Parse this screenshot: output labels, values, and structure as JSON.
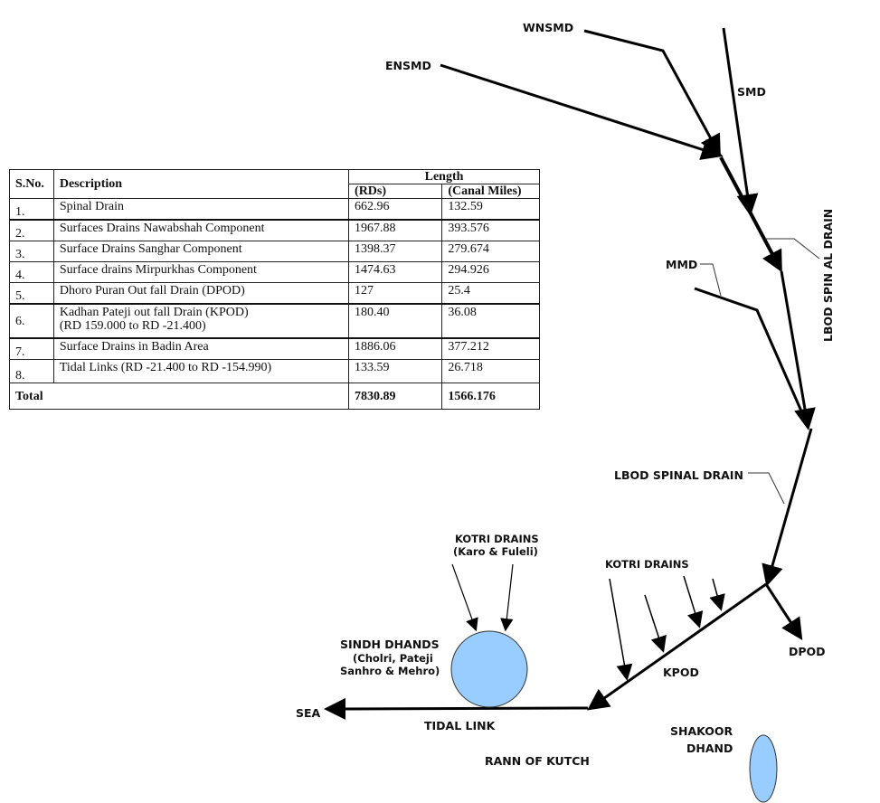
{
  "table": {
    "headers": {
      "sno": "S.No.",
      "description": "Description",
      "length_group": "Length",
      "rds": "(RDs)",
      "canal_miles": "(Canal Miles)"
    },
    "rows": [
      {
        "sno": "1.",
        "description": "Spinal Drain",
        "description_2": "",
        "rds": "662.96",
        "canal_miles": "132.59"
      },
      {
        "sno": "2.",
        "description": "Surfaces Drains Nawabshah Component",
        "description_2": "",
        "rds": "1967.88",
        "canal_miles": "393.576"
      },
      {
        "sno": "3.",
        "description": "Surface Drains Sanghar Component",
        "description_2": "",
        "rds": "1398.37",
        "canal_miles": "279.674"
      },
      {
        "sno": "4.",
        "description": "Surface drains Mirpurkhas Component",
        "description_2": "",
        "rds": "1474.63",
        "canal_miles": "294.926"
      },
      {
        "sno": "5.",
        "description": "Dhoro Puran Out fall Drain (DPOD)",
        "description_2": "",
        "rds": "127",
        "canal_miles": "25.4"
      },
      {
        "sno": "6.",
        "description": "Kadhan Pateji out fall Drain (KPOD)",
        "description_2": "(RD 159.000 to RD -21.400)",
        "rds": "180.40",
        "canal_miles": "36.08"
      },
      {
        "sno": "7.",
        "description": "Surface Drains in Badin Area",
        "description_2": "",
        "rds": "1886.06",
        "canal_miles": "377.212"
      },
      {
        "sno": "8.",
        "description": "Tidal Links (RD -21.400 to RD -154.990)",
        "description_2": "",
        "rds": "133.59",
        "canal_miles": "26.718"
      }
    ],
    "total": {
      "label": "Total",
      "rds": "7830.89",
      "canal_miles": "1566.176"
    }
  },
  "diagram": {
    "labels": {
      "wnsmd": "WNSMD",
      "ensmd": "ENSMD",
      "smd": "SMD",
      "mmd": "MMD",
      "lbod_spinal_vertical": "LBOD SPIN AL DRAIN",
      "lbod_spinal": "LBOD SPINAL DRAIN",
      "kotri_drains_right": "KOTRI DRAINS",
      "kotri_drains_left": "KOTRI DRAINS",
      "kotri_drains_left_sub": "(Karo & Fuleli)",
      "sindh_dhands": "SINDH  DHANDS",
      "sindh_dhands_sub1": "(Cholri, Pateji",
      "sindh_dhands_sub2": "Sanhro & Mehro)",
      "kpod": "KPOD",
      "dpod": "DPOD",
      "sea": "SEA",
      "tidal_link": "TIDAL LINK",
      "rann_of_kutch": "RANN OF KUTCH",
      "shakoor_dhand_1": "SHAKOOR",
      "shakoor_dhand_2": "DHAND"
    },
    "colors": {
      "water_body_fill": "#99ccff",
      "line": "#000000"
    }
  }
}
